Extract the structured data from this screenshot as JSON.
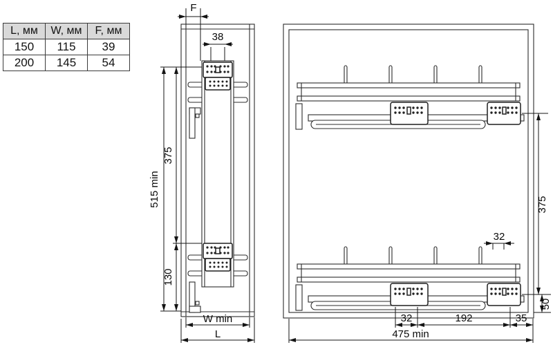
{
  "table": {
    "headers": [
      "L, мм",
      "W, мм",
      "F, мм"
    ],
    "rows": [
      [
        "150",
        "115",
        "39"
      ],
      [
        "200",
        "145",
        "54"
      ]
    ]
  },
  "front_view": {
    "dim_f": "F",
    "dim_38": "38",
    "dim_515_min": "515 min",
    "dim_375": "375",
    "dim_130": "130",
    "dim_w_min": "W min",
    "dim_l": "L"
  },
  "side_view": {
    "dim_375": "375",
    "dim_32_rear": "32",
    "dim_50": "50",
    "dim_32": "32",
    "dim_192": "192",
    "dim_35": "35",
    "dim_475_min": "475 min"
  },
  "colors": {
    "line": "#2b2b2b",
    "dim_text": "#0a0a0a",
    "table_header_bg": "#d9d9d9"
  }
}
